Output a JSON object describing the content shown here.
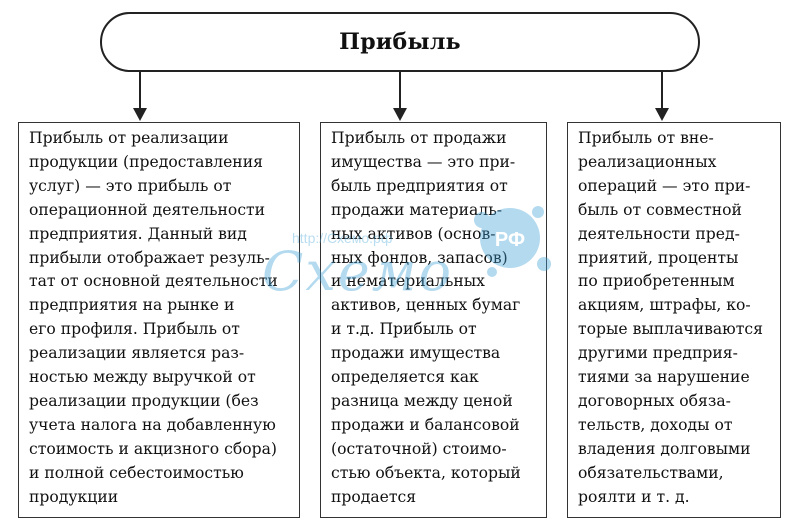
{
  "root": {
    "title": "Прибыль"
  },
  "columns": [
    {
      "text": "Прибыль от реализации\nпродукции (предоставления\nуслуг) — это прибыль от\nоперационной деятельности\nпредприятия. Данный вид\nприбыли отображает резуль-\nтат от основной деятельности\nпредприятия на рынке и\nего профиля. Прибыль от\nреализации является раз-\nностью между выручкой от\nреализации продукции (без\nучета налога на добавленную\nстоимость и акцизного сбора)\nи полной себестоимостью\nпродукции"
    },
    {
      "text": "Прибыль от продажи\nимущества — это при-\nбыль предприятия от\nпродажи материаль-\nных активов (основ-\nных фондов, запасов)\nи нематериальных\nактивов, ценных бумаг\nи т.д. Прибыль от\nпродажи имущества\nопределяется как\nразница между ценой\nпродажи и балансовой\n(остаточной) стоимо-\nстью объекта, который\nпродается"
    },
    {
      "text": "Прибыль от вне-\nреализационных\nопераций — это при-\nбыль от совместной\nдеятельности пред-\nприятий, проценты\nпо приобретенным\nакциям, штрафы, ко-\nторые выплачиваются\nдругими предприя-\nтиями за нарушение\nдоговорных обяза-\nтельств, доходы от\nвладения долговыми\nобязательствами,\nроялти и т. д."
    }
  ],
  "watermark": {
    "url": "http://Схемо.рф",
    "logo": "Схемо",
    "badge": "РФ"
  },
  "colors": {
    "watermark": "#3b9fd6",
    "line": "#222222"
  }
}
